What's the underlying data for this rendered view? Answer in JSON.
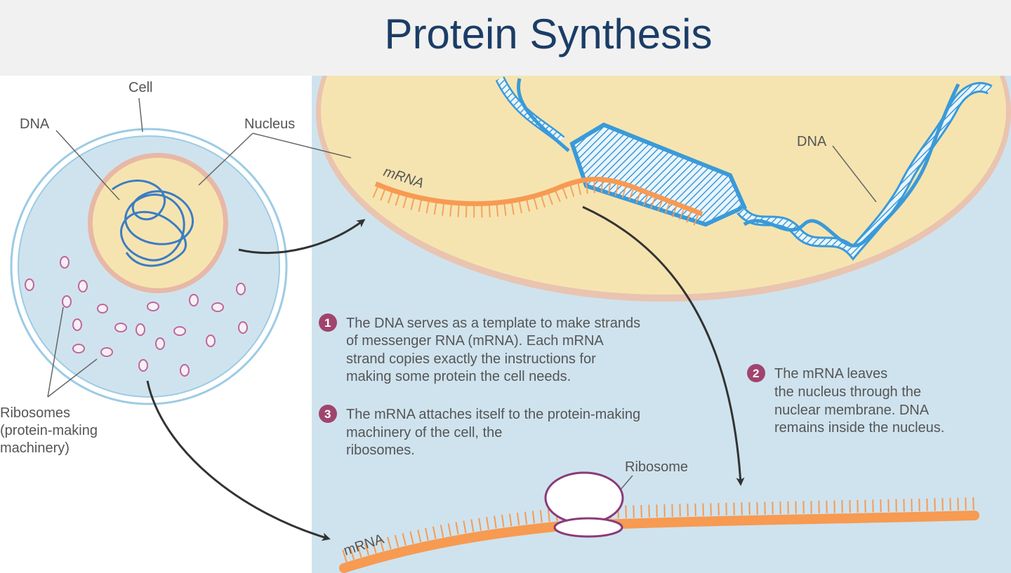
{
  "title": "Protein Synthesis",
  "labels": {
    "cell": "Cell",
    "dna_left": "DNA",
    "nucleus": "Nucleus",
    "ribosomes_line1": "Ribosomes",
    "ribosomes_line2": "(protein-making",
    "ribosomes_line3": "machinery)",
    "mrna_top": "mRNA",
    "dna_right": "DNA",
    "ribosome": "Ribosome",
    "mrna_bottom": "mRNA"
  },
  "steps": [
    {
      "number": "1",
      "lines": [
        "The DNA serves as a template to make strands",
        "of messenger RNA (mRNA). Each mRNA",
        "strand copies exactly the instructions for",
        "making some protein the cell needs."
      ]
    },
    {
      "number": "2",
      "lines": [
        "The mRNA leaves",
        "the nucleus through the",
        "nuclear membrane. DNA",
        "remains inside the nucleus."
      ]
    },
    {
      "number": "3",
      "lines": [
        "The mRNA attaches itself to the protein-making",
        "machinery of the cell, the",
        "ribosomes."
      ]
    }
  ],
  "colors": {
    "cytoplasm": "#cfe3ee",
    "nucleus": "#f6e4b0",
    "dna": "#3a9ad9",
    "mrna": "#f79a52",
    "ribosome": "#8a3a7a",
    "step_badge": "#a0446e",
    "title": "#1b3d66"
  }
}
